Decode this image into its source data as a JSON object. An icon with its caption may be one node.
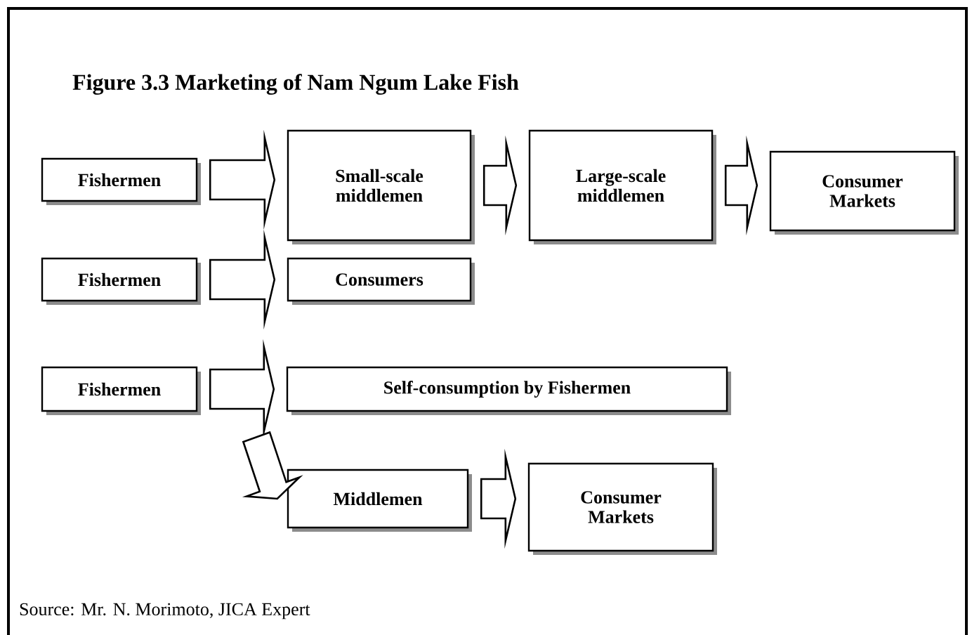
{
  "diagram": {
    "title": "Figure 3.3 Marketing of Nam Ngum Lake Fish",
    "caption": "Source: Mr. N. Morimoto, JICA Expert",
    "nodes": [
      {
        "text": [
          "Fishermen"
        ]
      },
      {
        "text": [
          "Small-scale middlemen"
        ]
      },
      {
        "text": [
          "Large-scale middlemen"
        ]
      },
      {
        "text": [
          "Consumer Markets"
        ]
      },
      {
        "text": [
          "Fishermen"
        ]
      },
      {
        "text": [
          "Consumers"
        ]
      },
      {
        "text": [
          "Fishermen"
        ]
      },
      {
        "text": [
          "Self-consumption by Fishermen"
        ]
      },
      {
        "text": [
          "Middlemen"
        ]
      },
      {
        "text": [
          "Consumer Markets"
        ]
      }
    ],
    "edges": [
      {
        "from": 0,
        "to": 1,
        "arrow": "to"
      },
      {
        "from": 1,
        "to": 2,
        "arrow": "to"
      },
      {
        "from": 2,
        "to": 3,
        "arrow": "to"
      },
      {
        "from": 4,
        "to": 5,
        "arrow": "to"
      },
      {
        "from": 6,
        "to": 7,
        "arrow": "to"
      },
      {
        "from": 6,
        "to": 8,
        "arrow": "to"
      },
      {
        "from": 8,
        "to": 9,
        "arrow": "to"
      }
    ]
  }
}
